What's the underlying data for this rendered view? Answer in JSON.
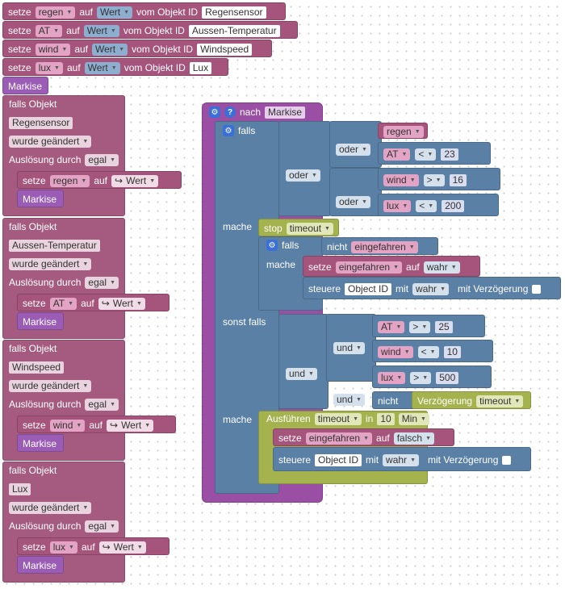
{
  "top_sets": [
    {
      "kw": "setze",
      "var": "regen",
      "auf": "auf",
      "val": "Wert",
      "of": "vom Objekt ID",
      "obj": "Regensensor"
    },
    {
      "kw": "setze",
      "var": "AT",
      "auf": "auf",
      "val": "Wert",
      "of": "vom Objekt ID",
      "obj": "Aussen-Temperatur"
    },
    {
      "kw": "setze",
      "var": "wind",
      "auf": "auf",
      "val": "Wert",
      "of": "vom Objekt ID",
      "obj": "Windspeed"
    },
    {
      "kw": "setze",
      "var": "lux",
      "auf": "auf",
      "val": "Wert",
      "of": "vom Objekt ID",
      "obj": "Lux"
    }
  ],
  "markise_top": "Markise",
  "triggers": [
    {
      "head": "falls Objekt",
      "obj": "Regensensor",
      "cond": "wurde geändert",
      "by": "Auslösung durch",
      "by_val": "egal",
      "set_kw": "setze",
      "var": "regen",
      "auf": "auf",
      "val": "Wert",
      "call": "Markise"
    },
    {
      "head": "falls Objekt",
      "obj": "Aussen-Temperatur",
      "cond": "wurde geändert",
      "by": "Auslösung durch",
      "by_val": "egal",
      "set_kw": "setze",
      "var": "AT",
      "auf": "auf",
      "val": "Wert",
      "call": "Markise"
    },
    {
      "head": "falls Objekt",
      "obj": "Windspeed",
      "cond": "wurde geändert",
      "by": "Auslösung durch",
      "by_val": "egal",
      "set_kw": "setze",
      "var": "wind",
      "auf": "auf",
      "val": "Wert",
      "call": "Markise"
    },
    {
      "head": "falls Objekt",
      "obj": "Lux",
      "cond": "wurde geändert",
      "by": "Auslösung durch",
      "by_val": "egal",
      "set_kw": "setze",
      "var": "lux",
      "auf": "auf",
      "val": "Wert",
      "call": "Markise"
    }
  ],
  "func": {
    "nach": "nach",
    "name": "Markise",
    "falls": "falls",
    "oder": "oder",
    "und": "und",
    "regen": "regen",
    "c_at": {
      "var": "AT",
      "op": "<",
      "num": "23"
    },
    "c_wind": {
      "var": "wind",
      "op": ">",
      "num": "16"
    },
    "c_lux": {
      "var": "lux",
      "op": "<",
      "num": "200"
    },
    "mache": "mache",
    "stop": "stop",
    "timeout": "timeout",
    "nicht": "nicht",
    "eingefahren": "eingefahren",
    "setze": "setze",
    "auf": "auf",
    "wahr": "wahr",
    "falsch": "falsch",
    "steuere": "steuere",
    "object_id": "Object ID",
    "mit": "mit",
    "mit_verz": "mit Verzögerung",
    "sonst_falls": "sonst falls",
    "s_at": {
      "var": "AT",
      "op": ">",
      "num": "25"
    },
    "s_wind": {
      "var": "wind",
      "op": "<",
      "num": "10"
    },
    "s_lux": {
      "var": "lux",
      "op": ">",
      "num": "500"
    },
    "verz": "Verzögerung",
    "ausfuehren": "Ausführen",
    "in": "in",
    "delay": "10",
    "unit": "Min"
  },
  "colors": {
    "variable": "#a5547b",
    "logic": "#5b80a5",
    "timeout": "#a5b34f",
    "function": "#9a5cb4"
  }
}
